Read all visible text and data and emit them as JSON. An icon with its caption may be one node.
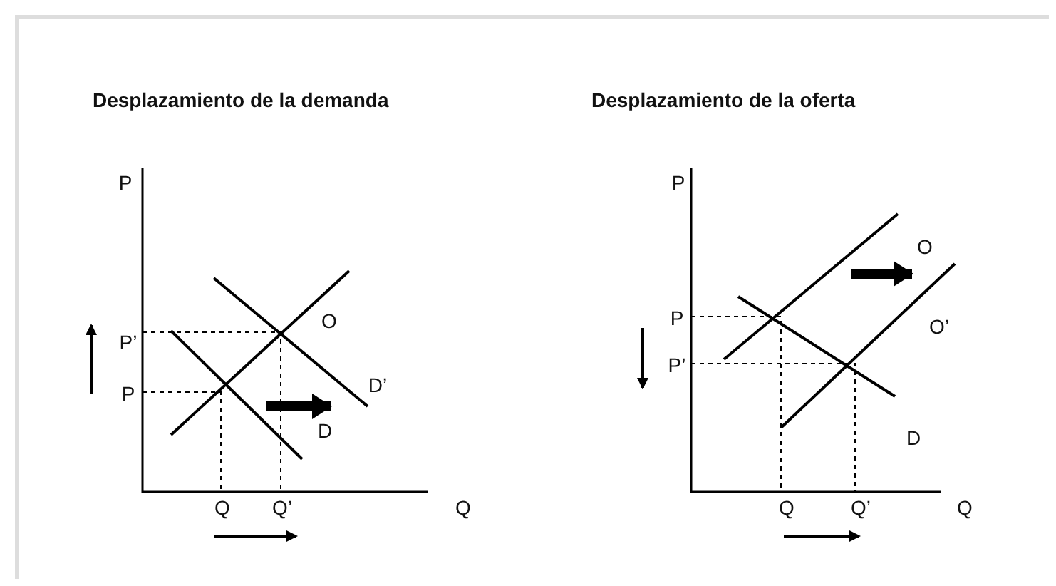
{
  "diagram": {
    "labels": [
      "Desplazamiento de la demanda",
      "Desplazamiento de la oferta",
      "P",
      "P’",
      "O",
      "P",
      "D’",
      "D",
      "Q",
      "Q’",
      "Q",
      "P",
      "O",
      "O’",
      "P",
      "P’",
      "D",
      "Q",
      "Q’",
      "Q"
    ]
  }
}
